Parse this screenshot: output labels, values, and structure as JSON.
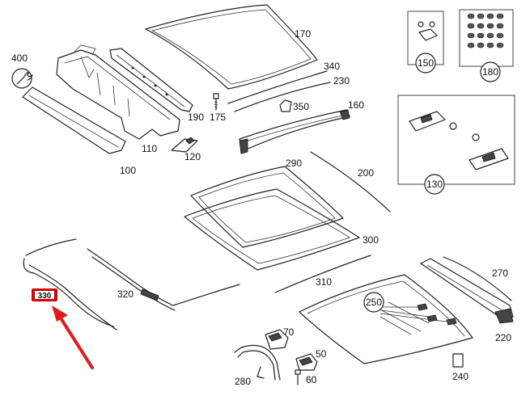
{
  "parts": {
    "p100": "100",
    "p110": "110",
    "p120": "120",
    "p130": "130",
    "p150": "150",
    "p160": "160",
    "p170": "170",
    "p175": "175",
    "p180": "180",
    "p190": "190",
    "p200": "200",
    "p220": "220",
    "p230": "230",
    "p240": "240",
    "p250": "250",
    "p270": "270",
    "p280": "280",
    "p290": "290",
    "p300": "300",
    "p310": "310",
    "p320": "320",
    "p340": "340",
    "p350": "350",
    "p400": "400",
    "p50": "50",
    "p60": "60",
    "p70": "70"
  },
  "highlight": {
    "label": "330",
    "color": "#d40000"
  },
  "arrow_color": "#e01b1b"
}
